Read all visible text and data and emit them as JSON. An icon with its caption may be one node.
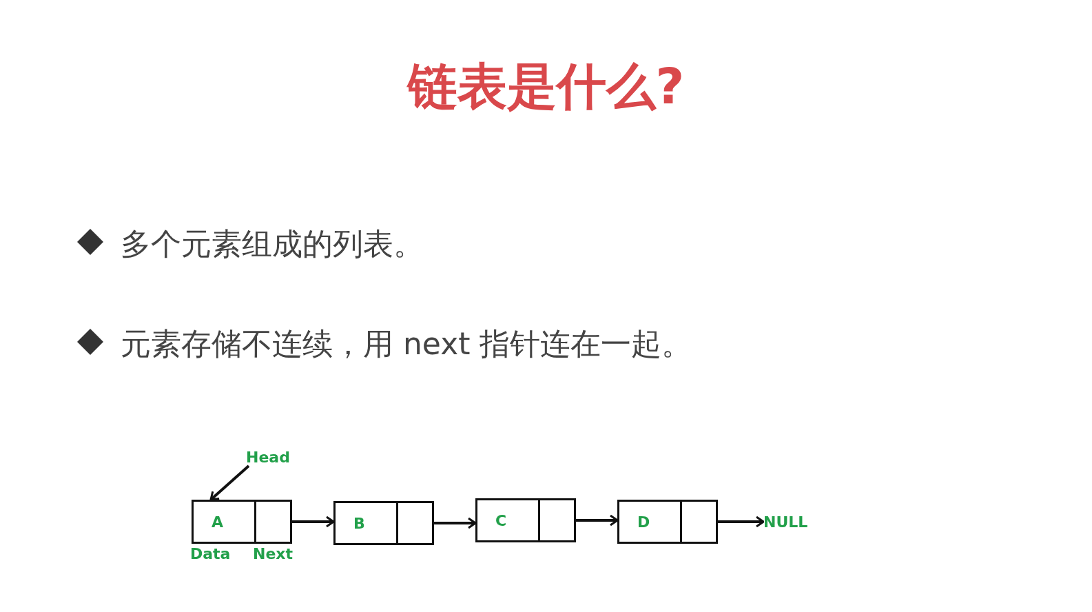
{
  "diagram": {
    "title": "链表是什么?",
    "nodes": [
      {
        "text": [
          "Head"
        ]
      },
      {
        "text": [
          "A"
        ],
        "beside": [
          "Data"
        ]
      },
      {
        "text": [],
        "shape": "box",
        "beside": [
          "Next"
        ]
      },
      {
        "text": [
          "B"
        ]
      },
      {
        "text": [],
        "shape": "box"
      },
      {
        "text": [
          "C"
        ]
      },
      {
        "text": [],
        "shape": "box"
      },
      {
        "text": [
          "D"
        ]
      },
      {
        "text": [],
        "shape": "box"
      },
      {
        "text": [
          "NULL"
        ]
      }
    ],
    "edges": [
      {
        "from": 0,
        "to": 1,
        "arrow": "to"
      },
      {
        "from": 2,
        "to": 3,
        "arrow": "to"
      },
      {
        "from": 4,
        "to": 5,
        "arrow": "to"
      },
      {
        "from": 6,
        "to": 7,
        "arrow": "to"
      },
      {
        "from": 8,
        "to": 9,
        "arrow": "to"
      }
    ],
    "labels": [
      "多个元素组成的列表。",
      "元素存储不连续，用 next 指针连在一起。"
    ]
  }
}
